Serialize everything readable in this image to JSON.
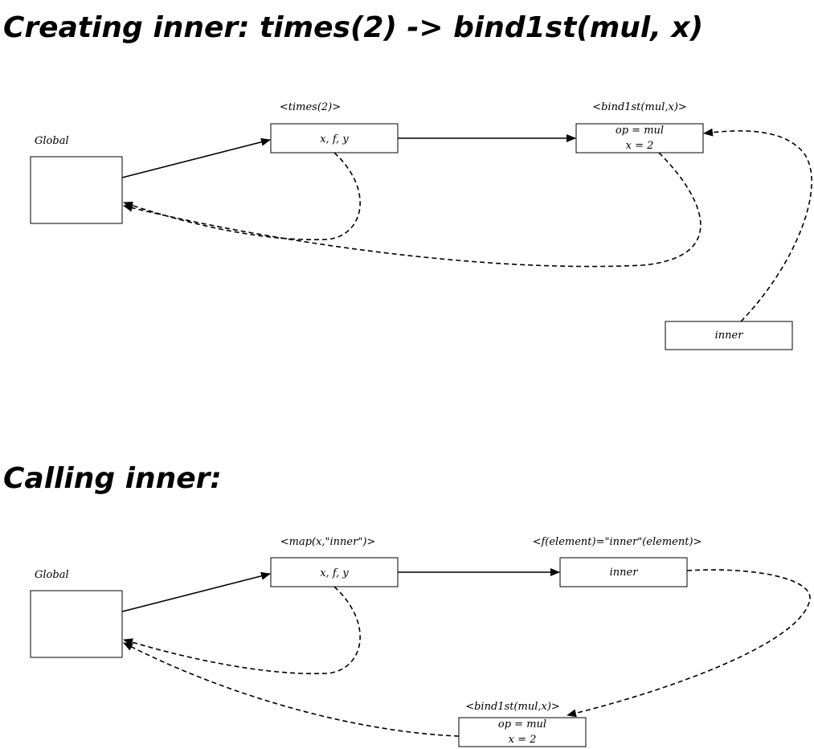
{
  "diagram1": {
    "title": "Creating inner: times(2) -> bind1st(mul, x)",
    "global_label": "Global",
    "times_frame": {
      "title": "<times(2)>",
      "content": "x, f, y"
    },
    "bind1st_frame": {
      "title": "<bind1st(mul,x)>",
      "line1": "op = mul",
      "line2": "x = 2"
    },
    "inner_box": {
      "content": "inner"
    }
  },
  "diagram2": {
    "title": "Calling inner:",
    "global_label": "Global",
    "map_frame": {
      "title": "<map(x,\"inner\")>",
      "content": "x, f, y"
    },
    "f_frame": {
      "title": "<f(element)=\"inner\"(element)>",
      "content": "inner"
    },
    "bind1st_frame": {
      "title": "<bind1st(mul,x)>",
      "line1": "op = mul",
      "line2": "x = 2"
    }
  }
}
